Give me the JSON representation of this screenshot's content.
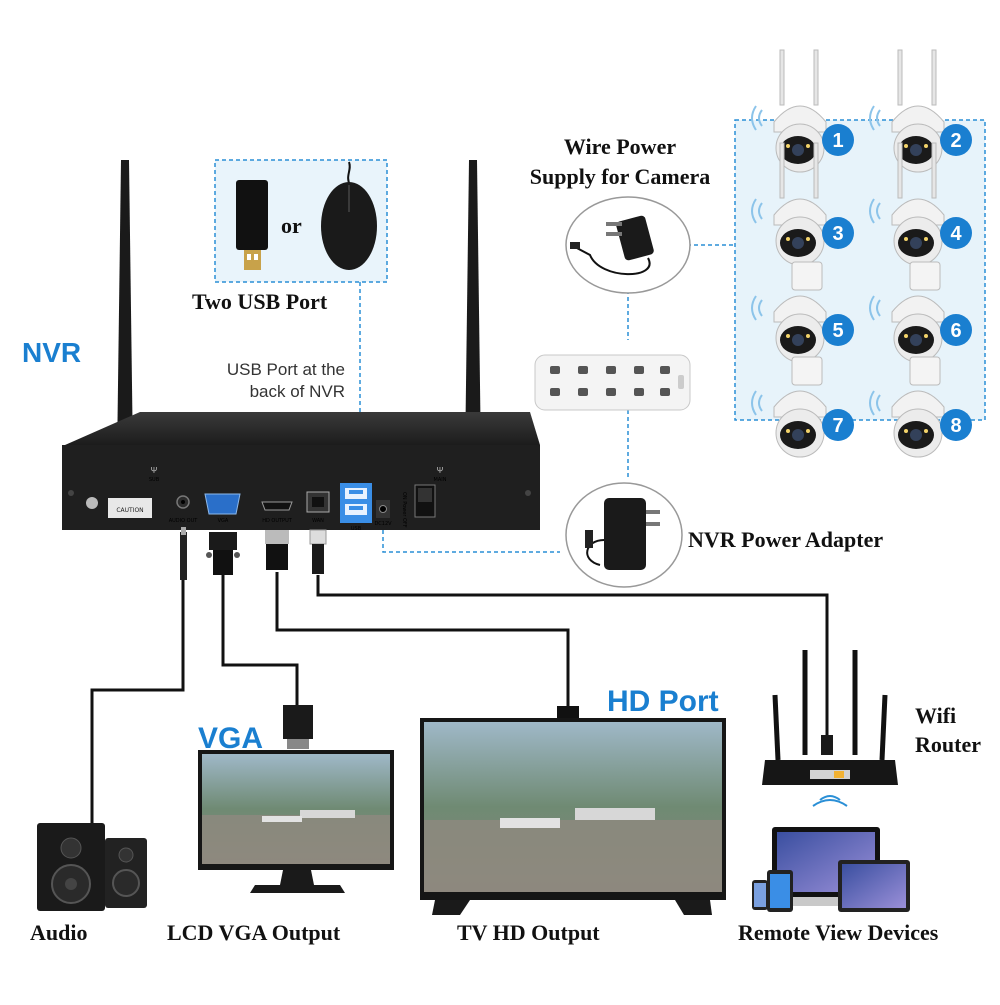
{
  "labels": {
    "nvr": "NVR",
    "two_usb_port": "Two USB Port",
    "or": "or",
    "usb_back_line1": "USB Port at the",
    "usb_back_line2": "back of NVR",
    "wire_power_line1": "Wire Power",
    "wire_power_line2": "Supply for Camera",
    "nvr_power_adapter": "NVR Power Adapter",
    "wifi_line1": "Wifi",
    "wifi_line2": "Router",
    "hd_port": "HD Port",
    "vga": "VGA",
    "audio": "Audio",
    "lcd_vga_output": "LCD VGA Output",
    "tv_hd_output": "TV HD Output",
    "remote_view_devices": "Remote View Devices"
  },
  "nvr_ports": {
    "audio_out": "AUDIO OUT",
    "vga": "VGA",
    "hd_output": "HD OUTPUT",
    "wan": "WAN",
    "usb": "USB",
    "dc12v": "DC12V",
    "power": "ON Power OFF",
    "sub": "SUB",
    "main": "MAIN",
    "caution": "CAUTION"
  },
  "cameras": [
    "1",
    "2",
    "3",
    "4",
    "5",
    "6",
    "7",
    "8"
  ],
  "colors": {
    "accent_blue": "#1a7fd0",
    "dashed_blue": "#2a8fd6",
    "nvr_body": "#1f1f1f",
    "usb_blue": "#3a8ee6",
    "cable": "#111111"
  }
}
